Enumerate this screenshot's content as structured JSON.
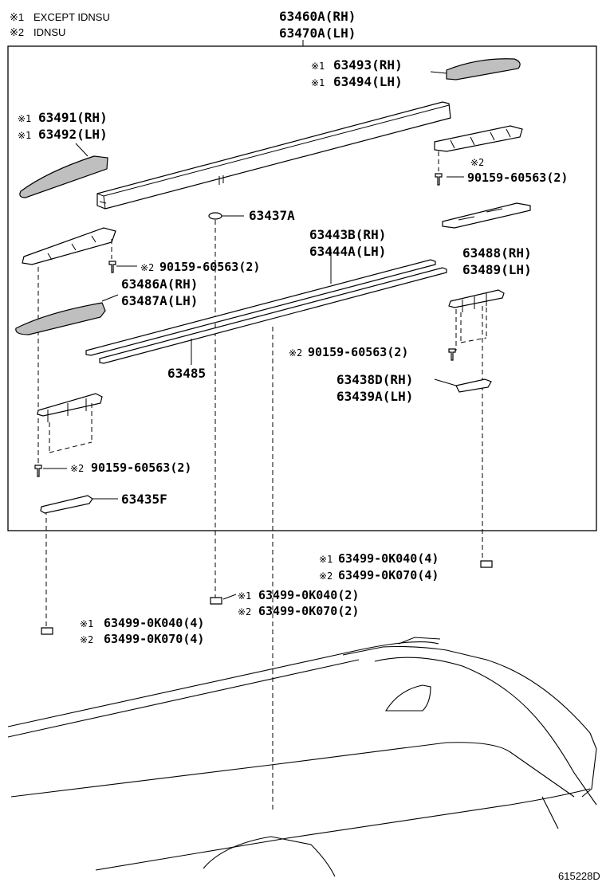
{
  "legend": {
    "note1": {
      "mark": "※1",
      "text": "EXCEPT IDNSU"
    },
    "note2": {
      "mark": "※2",
      "text": "IDNSU"
    }
  },
  "diagram_code": "615228D",
  "parts": {
    "p63460": {
      "line1": "63460A(RH)",
      "line2": "63470A(LH)"
    },
    "p63493": {
      "mark": "※1",
      "line1": "63493(RH)",
      "line2": "63494(LH)"
    },
    "p63491": {
      "mark": "※1",
      "line1": "63491(RH)",
      "line2": "63492(LH)"
    },
    "p63437": {
      "line1": "63437A"
    },
    "p90159_top": {
      "mark": "※2",
      "line1": "90159-60563(2)"
    },
    "p90159_left": {
      "mark": "※2",
      "line1": "90159-60563(2)"
    },
    "p63443": {
      "line1": "63443B(RH)",
      "line2": "63444A(LH)"
    },
    "p63488": {
      "line1": "63488(RH)",
      "line2": "63489(LH)"
    },
    "p63486": {
      "line1": "63486A(RH)",
      "line2": "63487A(LH)"
    },
    "p90159_right": {
      "mark": "※2",
      "line1": "90159-60563(2)"
    },
    "p63485": {
      "line1": "63485"
    },
    "p63438": {
      "line1": "63438D(RH)",
      "line2": "63439A(LH)"
    },
    "p90159_low": {
      "mark": "※2",
      "line1": "90159-60563(2)"
    },
    "p63435": {
      "line1": "63435F"
    },
    "p63499_right": {
      "mark1": "※1",
      "line1": "63499-0K040(4)",
      "mark2": "※2",
      "line2": "63499-0K070(4)"
    },
    "p63499_mid": {
      "mark1": "※1",
      "line1": "63499-0K040(2)",
      "mark2": "※2",
      "line2": "63499-0K070(2)"
    },
    "p63499_left": {
      "mark1": "※1",
      "line1": "63499-0K040(4)",
      "mark2": "※2",
      "line2": "63499-0K070(4)"
    }
  }
}
